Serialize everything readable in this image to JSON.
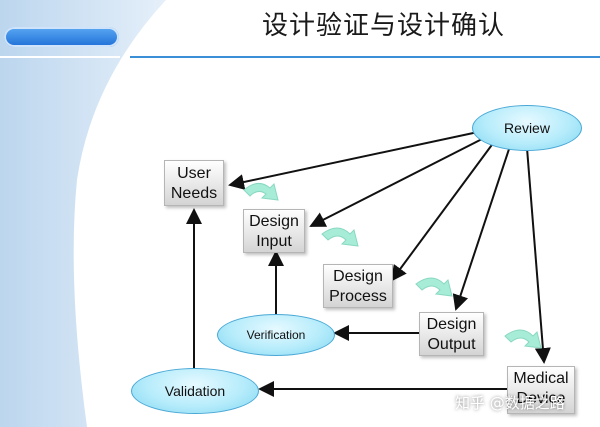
{
  "slide": {
    "title": "设计验证与设计确认"
  },
  "nodes": {
    "user_needs": "User\nNeeds",
    "design_input": "Design\nInput",
    "design_process": "Design\nProcess",
    "design_output": "Design\nOutput",
    "medical_device": "Medical\nDevice",
    "review": "Review",
    "verification": "Verification",
    "validation": "Validation"
  },
  "watermark": "知乎 @数据之路",
  "colors": {
    "line": "#111111",
    "ellipse_fill": "#b6ecfb",
    "ellipse_border": "#4aa8d6",
    "swoosh_arrow": "#a7ecd6",
    "background_band": "#cde1f3",
    "title_rule": "#3a8fd6"
  }
}
